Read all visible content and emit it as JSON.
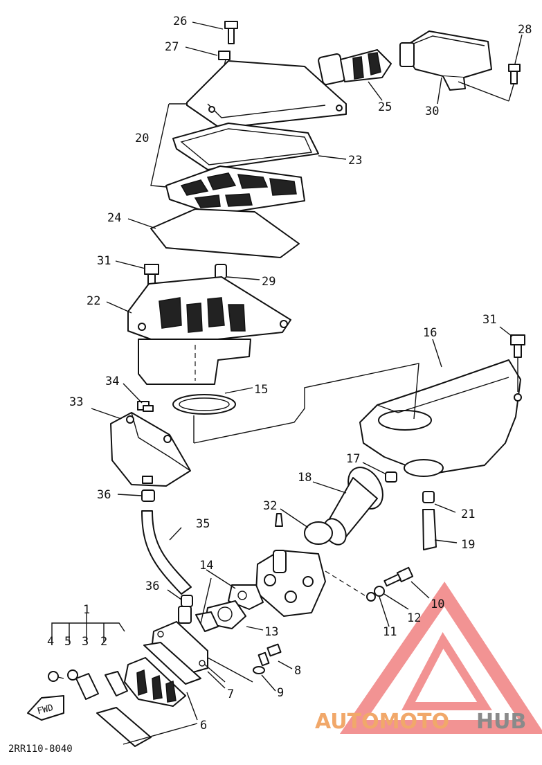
{
  "diagram": {
    "part_labels": [
      "26",
      "27",
      "28",
      "25",
      "30",
      "20",
      "23",
      "24",
      "31",
      "29",
      "22",
      "31",
      "16",
      "34",
      "15",
      "33",
      "17",
      "18",
      "32",
      "36",
      "21",
      "35",
      "19",
      "14",
      "36",
      "10",
      "12",
      "13",
      "11",
      "1",
      "4",
      "5",
      "3",
      "2",
      "8",
      "9",
      "7",
      "FWD",
      "6"
    ],
    "drawing_code": "2RR110-8040"
  },
  "watermark": {
    "text_part1": "AUTOMOTO",
    "text_part2": "HUB",
    "color_part1": "#f1a86a",
    "color_part2": "#8a8a8a",
    "logo_color": "#e83b3b"
  }
}
